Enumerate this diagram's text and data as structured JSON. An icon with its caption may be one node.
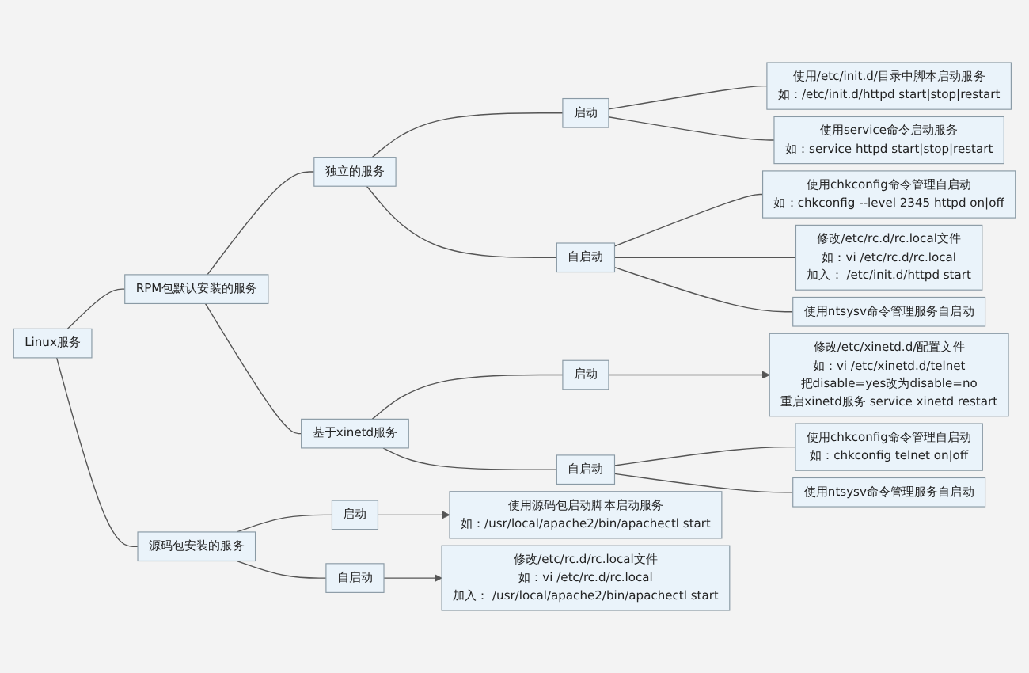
{
  "diagram": {
    "nodes": [
      {
        "text": [
          "Linux服务"
        ]
      },
      {
        "text": [
          "RPM包默认安装的服务"
        ]
      },
      {
        "text": [
          "独立的服务"
        ]
      },
      {
        "text": [
          "启动"
        ]
      },
      {
        "text": [
          "使用/etc/init.d/目录中脚本启动服务",
          "如：/etc/init.d/httpd start|stop|restart"
        ]
      },
      {
        "text": [
          "使用service命令启动服务",
          "如：service httpd start|stop|restart"
        ]
      },
      {
        "text": [
          "自启动"
        ]
      },
      {
        "text": [
          "使用chkconfig命令管理自启动",
          "如：chkconfig --level 2345 httpd on|off"
        ]
      },
      {
        "text": [
          "修改/etc/rc.d/rc.local文件",
          "如：vi /etc/rc.d/rc.local",
          "加入： /etc/init.d/httpd start"
        ]
      },
      {
        "text": [
          "使用ntsysv命令管理服务自启动"
        ]
      },
      {
        "text": [
          "基于xinetd服务"
        ]
      },
      {
        "text": [
          "启动"
        ]
      },
      {
        "text": [
          "修改/etc/xinetd.d/配置文件",
          "如：vi /etc/xinetd.d/telnet",
          "把disable=yes改为disable=no",
          "重启xinetd服务 service xinetd restart"
        ]
      },
      {
        "text": [
          "自启动"
        ]
      },
      {
        "text": [
          "使用chkconfig命令管理自启动",
          "如：chkconfig telnet on|off"
        ]
      },
      {
        "text": [
          "使用ntsysv命令管理服务自启动"
        ]
      },
      {
        "text": [
          "源码包安装的服务"
        ]
      },
      {
        "text": [
          "启动"
        ]
      },
      {
        "text": [
          "使用源码包启动脚本启动服务",
          "如：/usr/local/apache2/bin/apachectl start"
        ]
      },
      {
        "text": [
          "自启动"
        ]
      },
      {
        "text": [
          "修改/etc/rc.d/rc.local文件",
          "如：vi /etc/rc.d/rc.local",
          "加入： /usr/local/apache2/bin/apachectl start"
        ]
      }
    ],
    "edges": [
      {
        "from": 0,
        "to": 1,
        "arrow": "none"
      },
      {
        "from": 0,
        "to": 16,
        "arrow": "none"
      },
      {
        "from": 1,
        "to": 2,
        "arrow": "none"
      },
      {
        "from": 1,
        "to": 10,
        "arrow": "none"
      },
      {
        "from": 2,
        "to": 3,
        "arrow": "none"
      },
      {
        "from": 2,
        "to": 6,
        "arrow": "none"
      },
      {
        "from": 3,
        "to": 4,
        "arrow": "none"
      },
      {
        "from": 3,
        "to": 5,
        "arrow": "none"
      },
      {
        "from": 6,
        "to": 7,
        "arrow": "none"
      },
      {
        "from": 6,
        "to": 8,
        "arrow": "none"
      },
      {
        "from": 6,
        "to": 9,
        "arrow": "none"
      },
      {
        "from": 10,
        "to": 11,
        "arrow": "none"
      },
      {
        "from": 10,
        "to": 13,
        "arrow": "none"
      },
      {
        "from": 11,
        "to": 12,
        "arrow": "to"
      },
      {
        "from": 13,
        "to": 14,
        "arrow": "none"
      },
      {
        "from": 13,
        "to": 15,
        "arrow": "none"
      },
      {
        "from": 16,
        "to": 17,
        "arrow": "none"
      },
      {
        "from": 16,
        "to": 19,
        "arrow": "none"
      },
      {
        "from": 17,
        "to": 18,
        "arrow": "to"
      },
      {
        "from": 19,
        "to": 20,
        "arrow": "to"
      }
    ]
  }
}
